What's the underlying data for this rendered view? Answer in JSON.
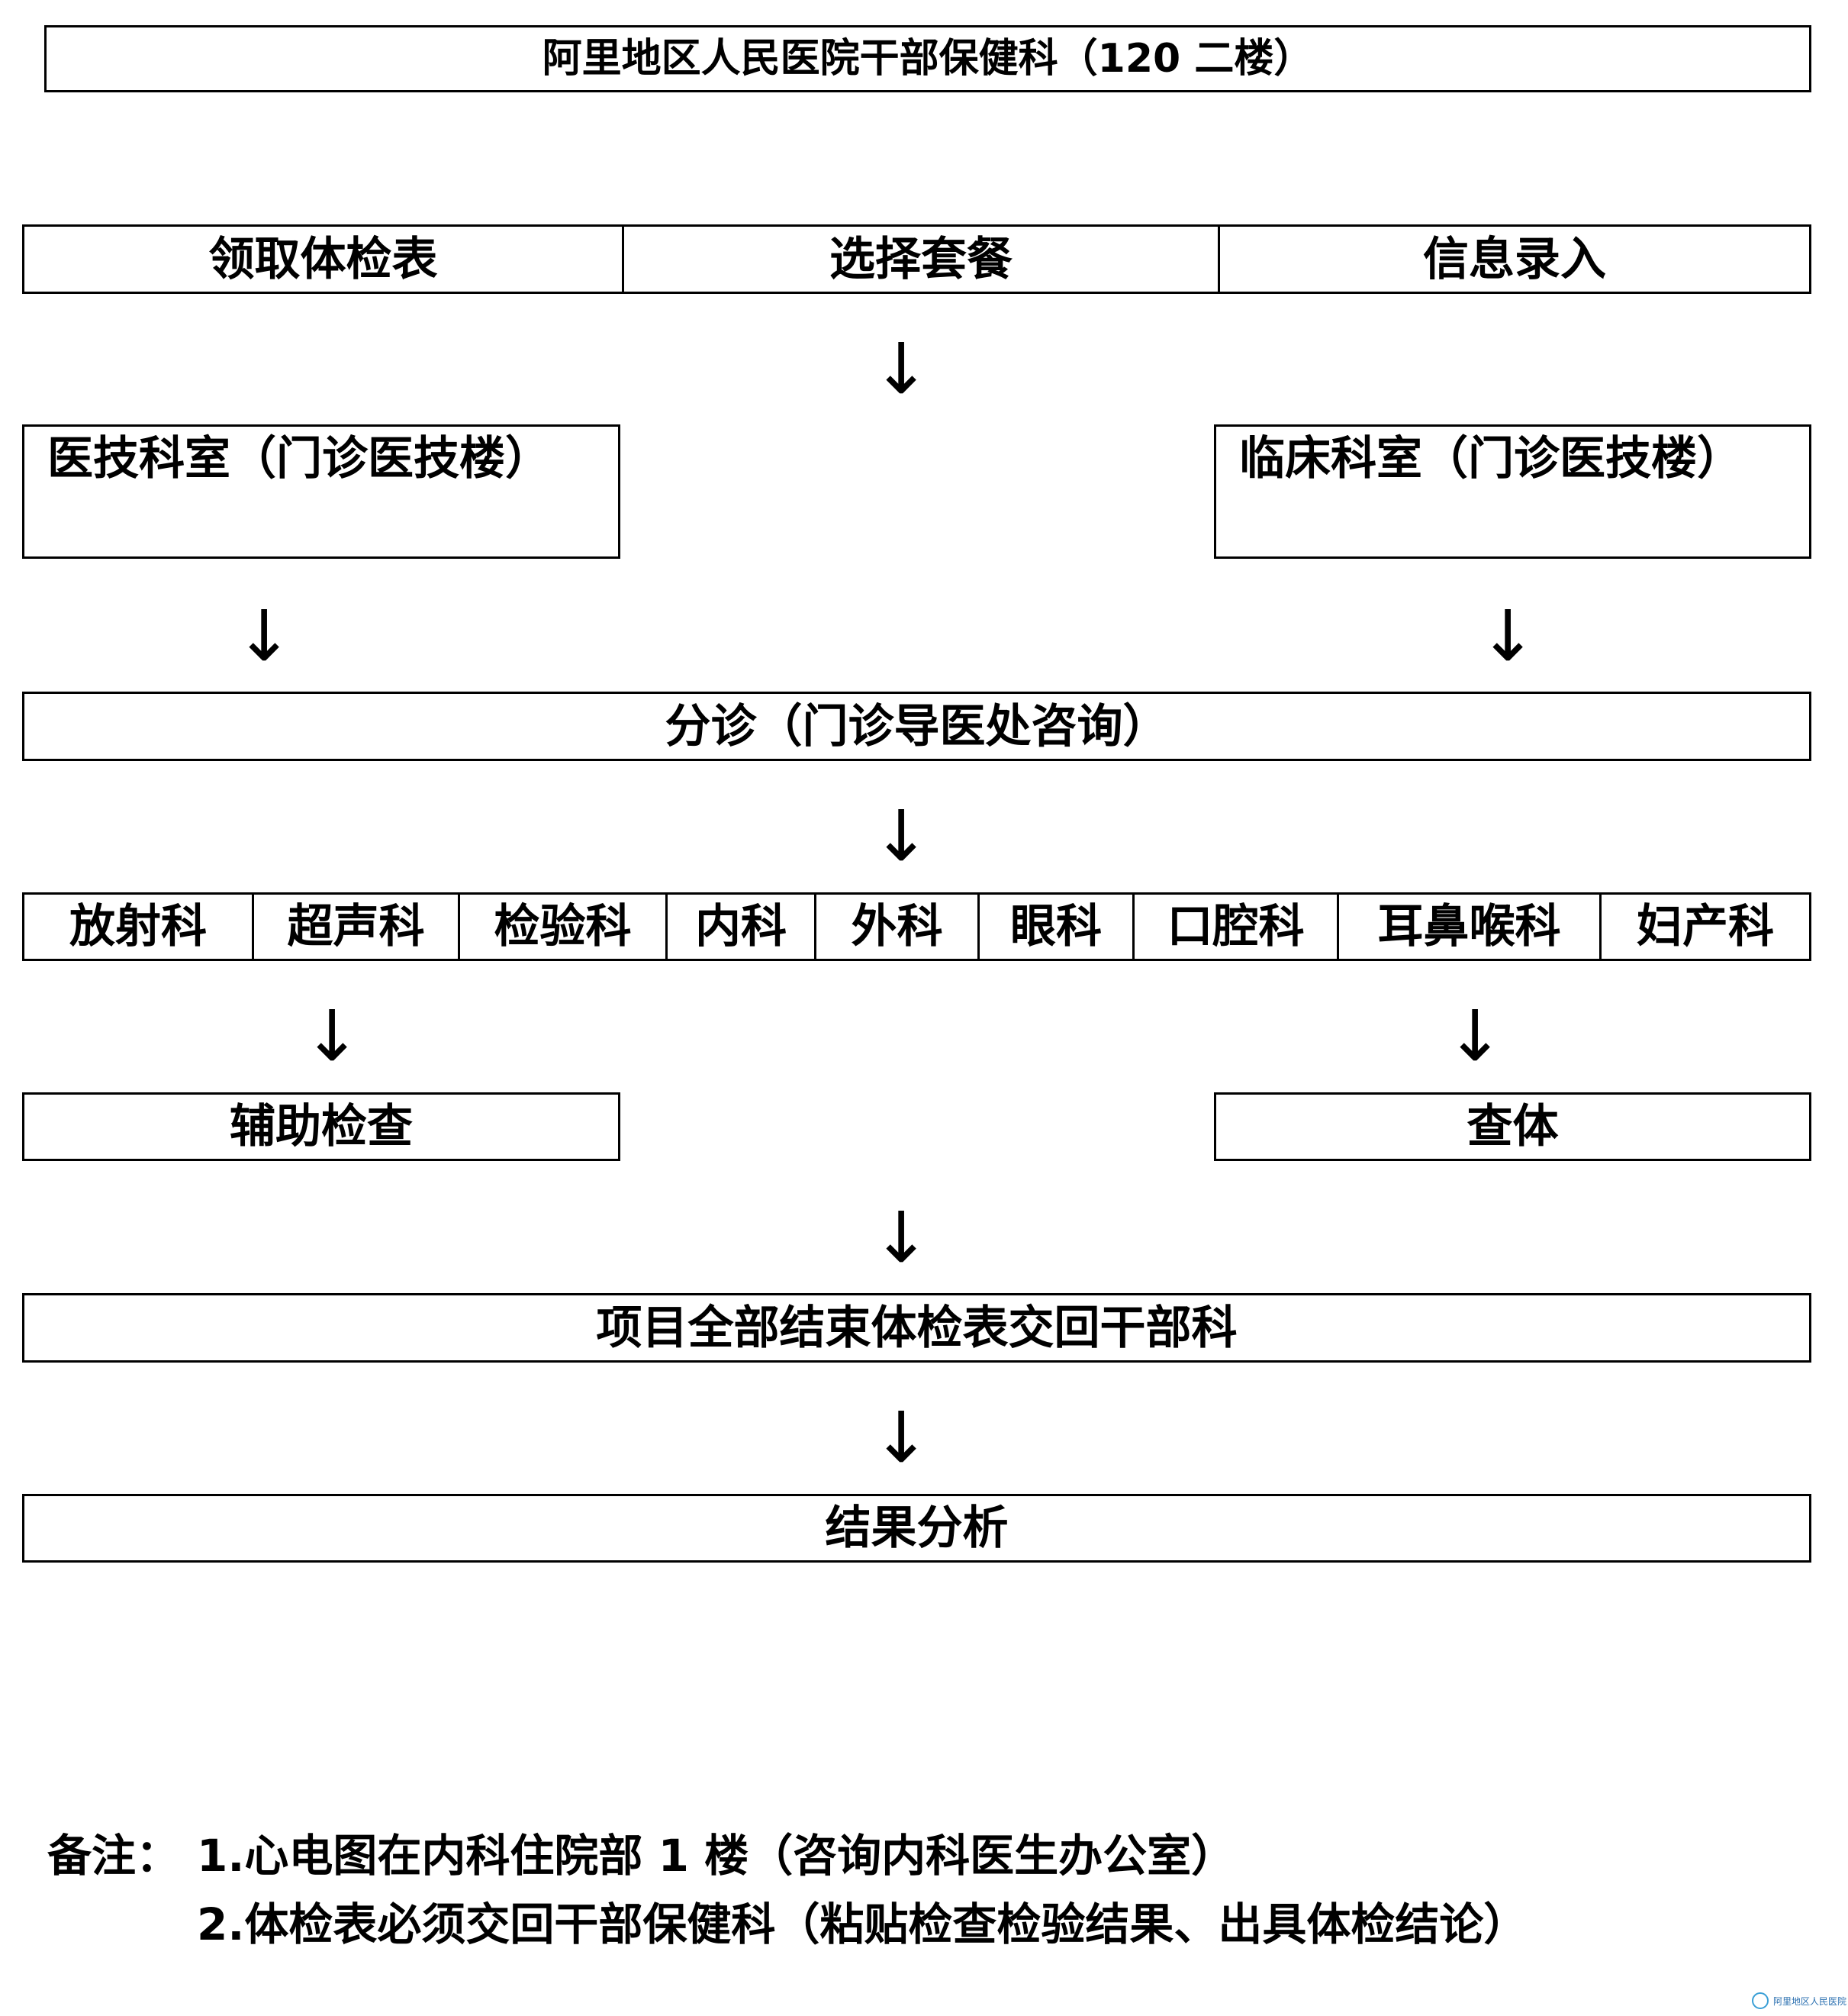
{
  "header": {
    "title": "阿里地区人民医院干部保健科（120 二楼）"
  },
  "steps": {
    "top_row": [
      "领取体检表",
      "选择套餐",
      "信息录入"
    ],
    "tech_departments": "医技科室（门诊医技楼）",
    "clinical_departments": "临床科室（门诊医技楼）",
    "triage": "分诊（门诊导医处咨询）",
    "departments": [
      "放射科",
      "超声科",
      "检验科",
      "内科",
      "外科",
      "眼科",
      "口腔科",
      "耳鼻喉科",
      "妇产科"
    ],
    "auxiliary_exam": "辅助检查",
    "physical_exam": "查体",
    "return_form": "项目全部结束体检表交回干部科",
    "result_analysis": "结果分析"
  },
  "arrow_glyph": "↓",
  "notes": {
    "label": "备注：",
    "items": [
      "1.心电图在内科住院部 1 楼（咨询内科医生办公室）",
      "2.体检表必须交回干部保健科（粘贴检查检验结果、出具体检结论）"
    ]
  },
  "watermark": {
    "text": "阿里地区人民医院",
    "icon": "hospital-logo-icon",
    "color": "#2a6fb0"
  }
}
